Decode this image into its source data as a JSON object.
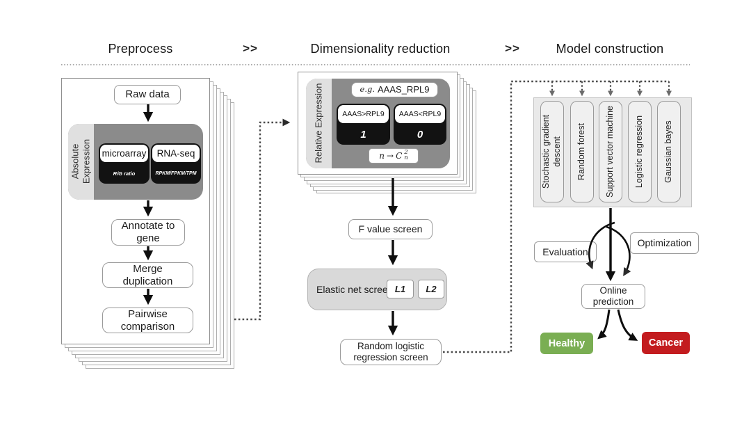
{
  "header": {
    "preprocess": "Preprocess",
    "separator": ">>",
    "dimensionality": "Dimensionality reduction",
    "model": "Model construction"
  },
  "preprocess": {
    "raw_data": "Raw data",
    "absolute_expression": "Absolute Expression",
    "microarray": {
      "label": "microarray",
      "metric": "R/G ratio"
    },
    "rna_seq": {
      "label": "RNA-seq",
      "metric": "RPKM/FPKM/TPM"
    },
    "annotate": "Annotate to gene",
    "merge": "Merge duplication",
    "pairwise": "Pairwise comparison"
  },
  "dimension": {
    "relative_expression": "Relative Expression",
    "example": {
      "prefix": "e.g.",
      "value": "AAAS_RPL9"
    },
    "greater": {
      "label": "AAAS>RPL9",
      "value": "1"
    },
    "less": {
      "label": "AAAS<RPL9",
      "value": "0"
    },
    "formula": {
      "lhs": "n",
      "arrow": "→",
      "base": "C",
      "sup": "2",
      "sub": "n"
    },
    "f_value": "F value screen",
    "elastic": {
      "label": "Elastic net screen",
      "l1": "L1",
      "l2": "L2"
    },
    "random_logistic": "Random logistic regression screen"
  },
  "models": {
    "items": [
      "Stochastic gradient descent",
      "Random forest",
      "Support vector machine",
      "Logistic regression",
      "Gaussian bayes"
    ]
  },
  "flow": {
    "evaluation": "Evaluation",
    "optimization": "Optimization",
    "online_prediction": "Online prediction",
    "healthy": "Healthy",
    "cancer": "Cancer"
  },
  "colors": {
    "healthy_green": "#7aae53",
    "cancer_red": "#c31c1f",
    "container_gray": "#8b8b8b",
    "black_box": "#121212"
  }
}
